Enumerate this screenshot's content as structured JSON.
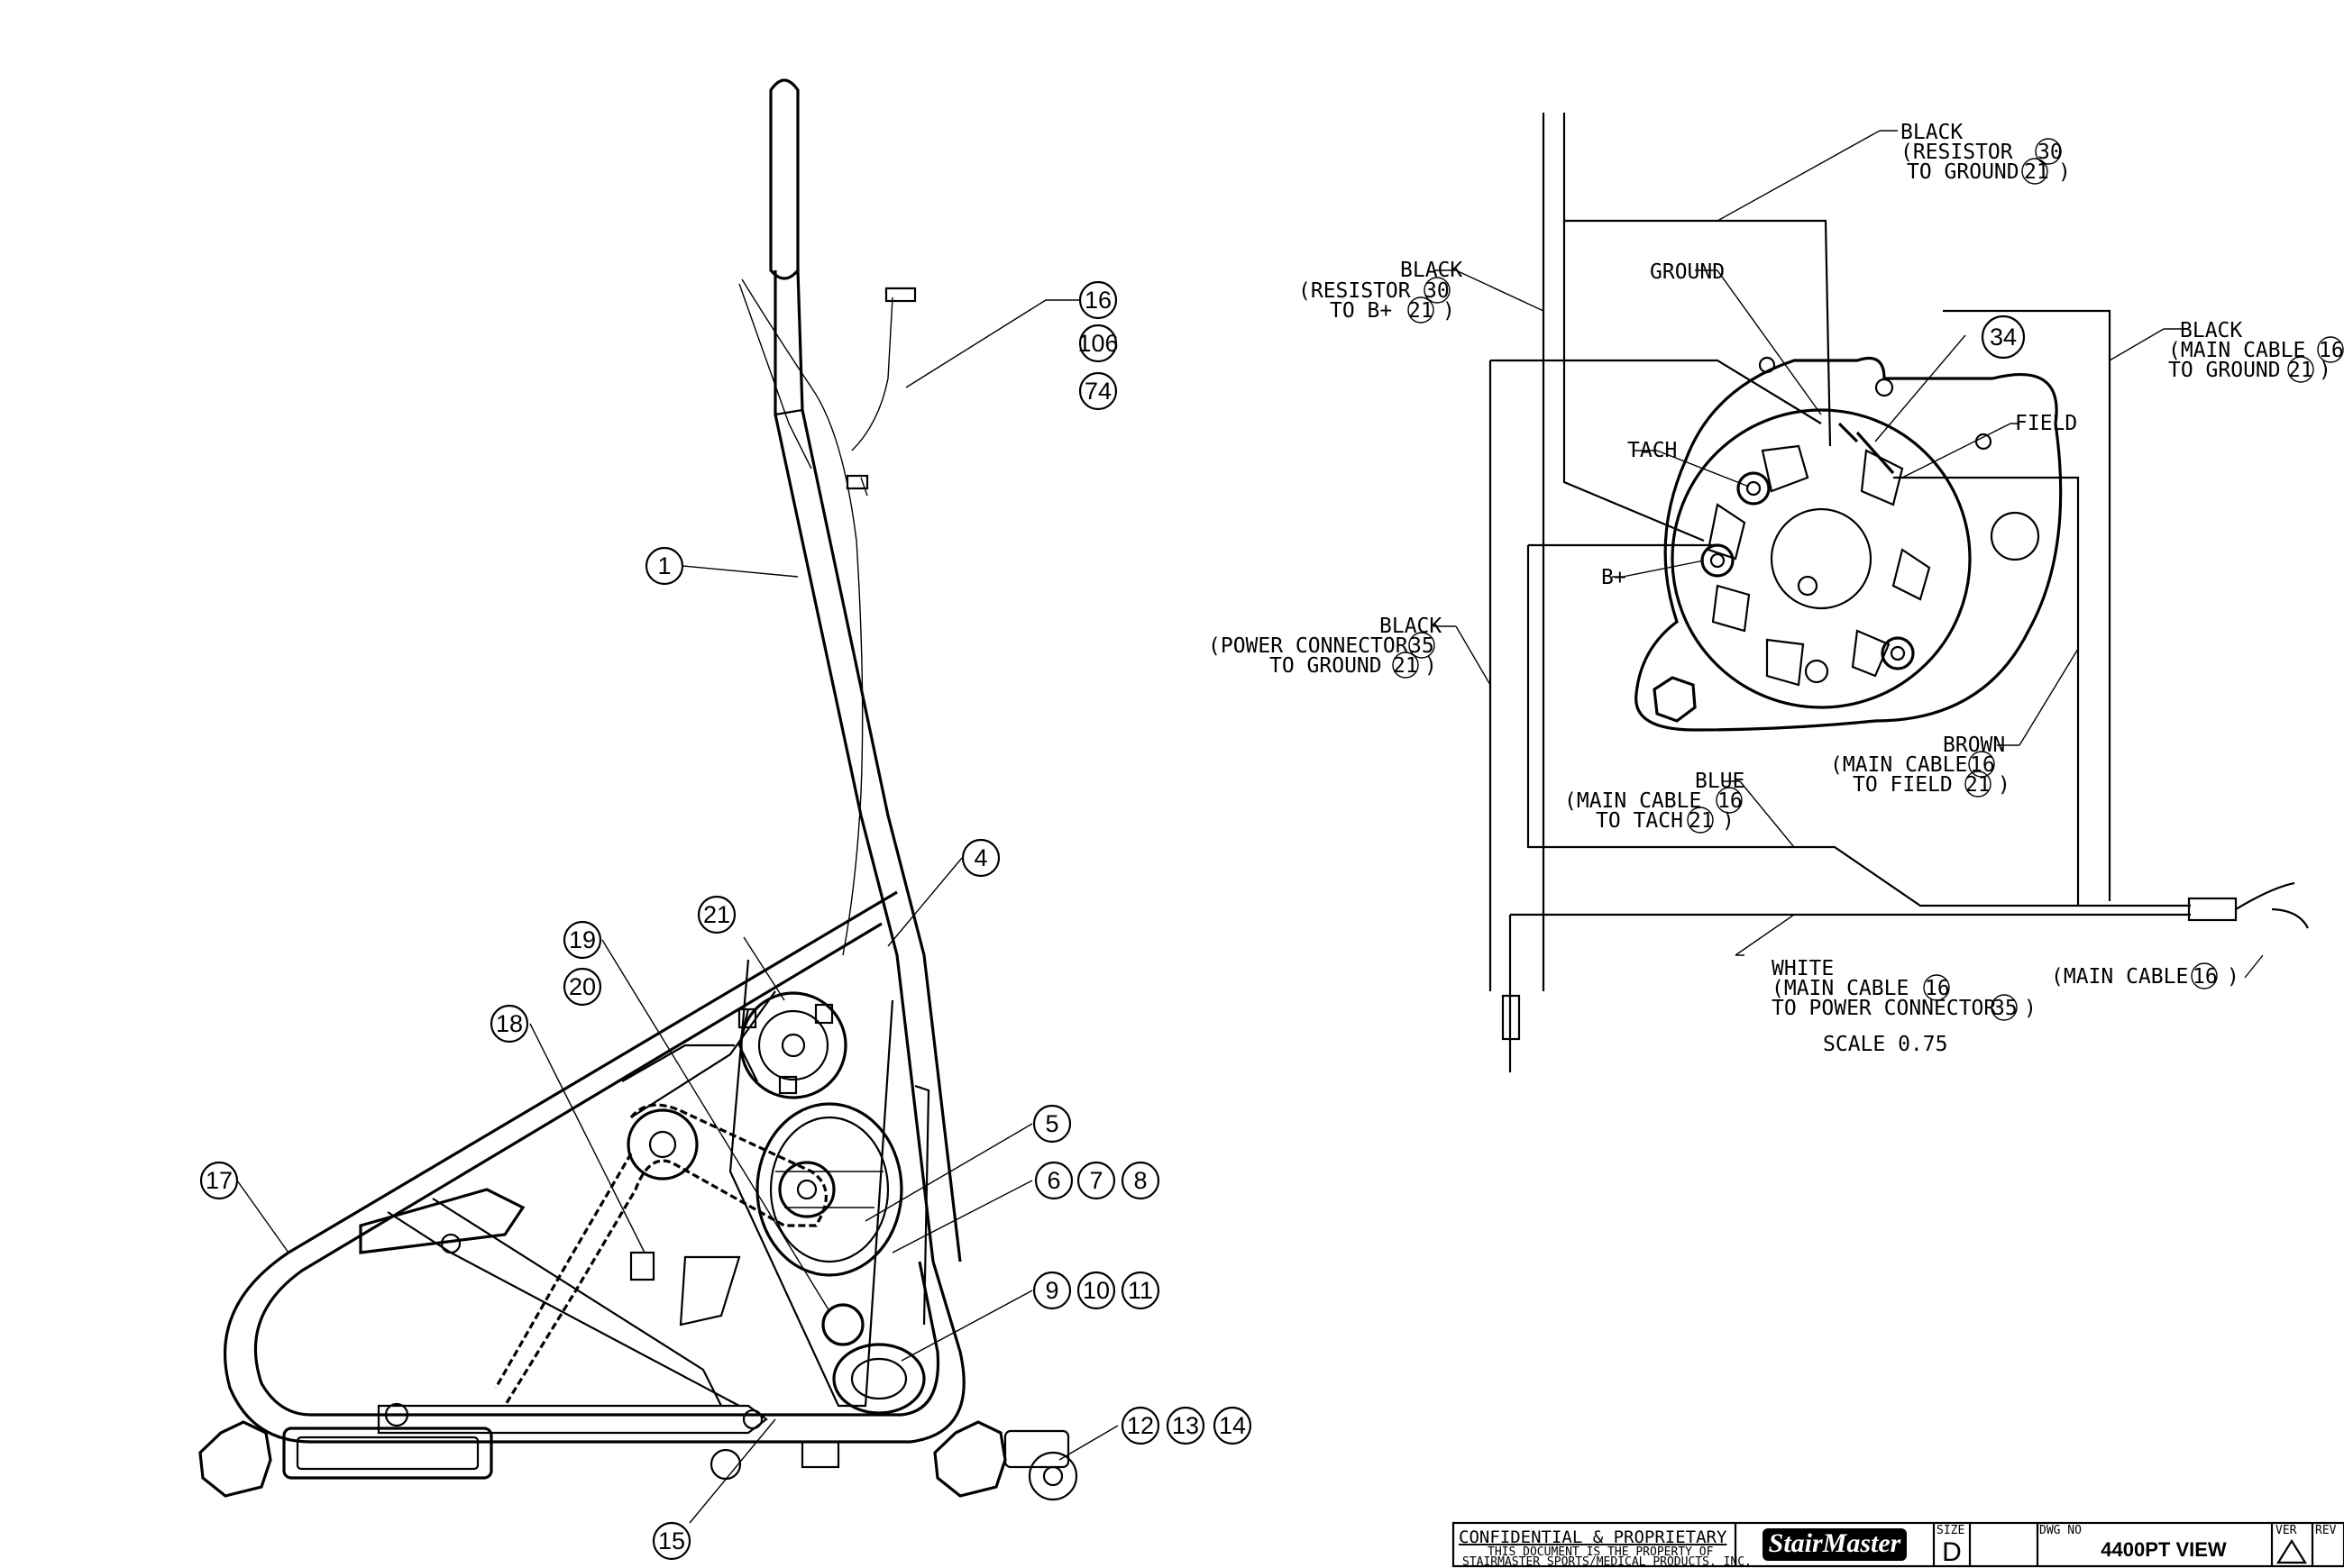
{
  "left_callouts": {
    "c16": "16",
    "c106": "106",
    "c74": "74",
    "c1": "1",
    "c4": "4",
    "c21": "21",
    "c19": "19",
    "c20": "20",
    "c18": "18",
    "c5": "5",
    "c6": "6",
    "c7": "7",
    "c8": "8",
    "c17": "17",
    "c9": "9",
    "c10": "10",
    "c11": "11",
    "c12": "12",
    "c13": "13",
    "c14": "14",
    "c15": "15"
  },
  "wiring": {
    "black_res_ground": {
      "color": "BLACK",
      "desc": "(RESISTOR",
      "num1": "30",
      "desc2": "TO GROUND",
      "num2": "21",
      "end": ")"
    },
    "black_res_bplus": {
      "color": "BLACK",
      "desc": "(RESISTOR",
      "num1": "30",
      "desc2": "TO B+",
      "num2": "21",
      "end": ")"
    },
    "black_main_ground": {
      "color": "BLACK",
      "desc": "(MAIN CABLE",
      "num1": "16",
      "desc2": "TO GROUND",
      "num2": "21",
      "end": ")"
    },
    "black_power_ground": {
      "color": "BLACK",
      "desc": "(POWER CONNECTOR",
      "num1": "35",
      "desc2": "TO GROUND",
      "num2": "21",
      "end": ")"
    },
    "brown_field": {
      "color": "BROWN",
      "desc": "(MAIN CABLE",
      "num1": "16",
      "desc2": "TO FIELD",
      "num2": "21",
      "end": ")"
    },
    "blue_tach": {
      "color": "BLUE",
      "desc": "(MAIN CABLE",
      "num1": "16",
      "desc2": "TO TACH",
      "num2": "21",
      "end": ")"
    },
    "white_power": {
      "color": "WHITE",
      "desc": "(MAIN CABLE",
      "num1": "16",
      "desc2": "TO POWER CONNECTOR",
      "num2": "35",
      "end": ")"
    },
    "main_cable": {
      "desc": "(MAIN CABLE",
      "num1": "16",
      "end": ")"
    },
    "ground": "GROUND",
    "tach": "TACH",
    "field": "FIELD",
    "bplus": "B+",
    "item34": "34",
    "scale": "SCALE  0.75"
  },
  "title_block": {
    "confidential": "CONFIDENTIAL & PROPRIETARY",
    "property_line1": "THIS DOCUMENT IS THE PROPERTY OF",
    "property_line2": "STAIRMASTER SPORTS/MEDICAL PRODUCTS, INC.",
    "brand": "StairMaster",
    "size_label": "SIZE",
    "size": "D",
    "dwg_label": "DWG NO",
    "dwg_no": "4400PT VIEW",
    "ver_label": "VER",
    "rev_label": "REV"
  }
}
